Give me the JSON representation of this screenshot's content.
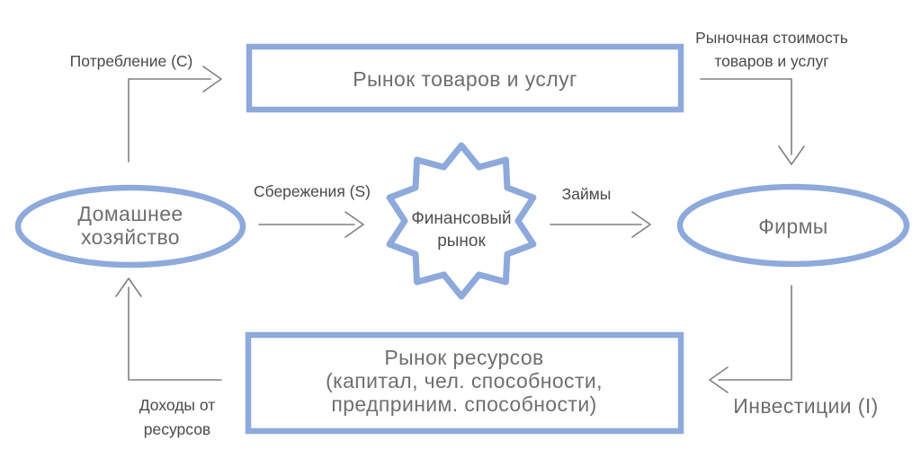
{
  "colors": {
    "accent": "#8ea9db",
    "shape_text": "#6f6f6f",
    "label_text": "#4a4a4a",
    "arrow": "#808080"
  },
  "nodes": {
    "goods_market": {
      "label": "Рынок товаров и услуг"
    },
    "household": {
      "line1": "Домашнее",
      "line2": "хозяйство"
    },
    "financial_market": {
      "line1": "Финансовый",
      "line2": "рынок"
    },
    "firms": {
      "label": "Фирмы"
    },
    "resources_market": {
      "line1": "Рынок ресурсов",
      "line2": "(капитал, чел. способности,",
      "line3": "предприним. способности)"
    }
  },
  "flows": {
    "consumption": {
      "label": "Потребление (C)"
    },
    "market_value": {
      "line1": "Рыночная стоимость",
      "line2": "товаров и услуг"
    },
    "savings": {
      "label": "Сбережения (S)"
    },
    "loans": {
      "label": "Займы"
    },
    "resource_income": {
      "line1": "Доходы от",
      "line2": "ресурсов"
    },
    "investments": {
      "label": "Инвестиции (I)"
    }
  }
}
